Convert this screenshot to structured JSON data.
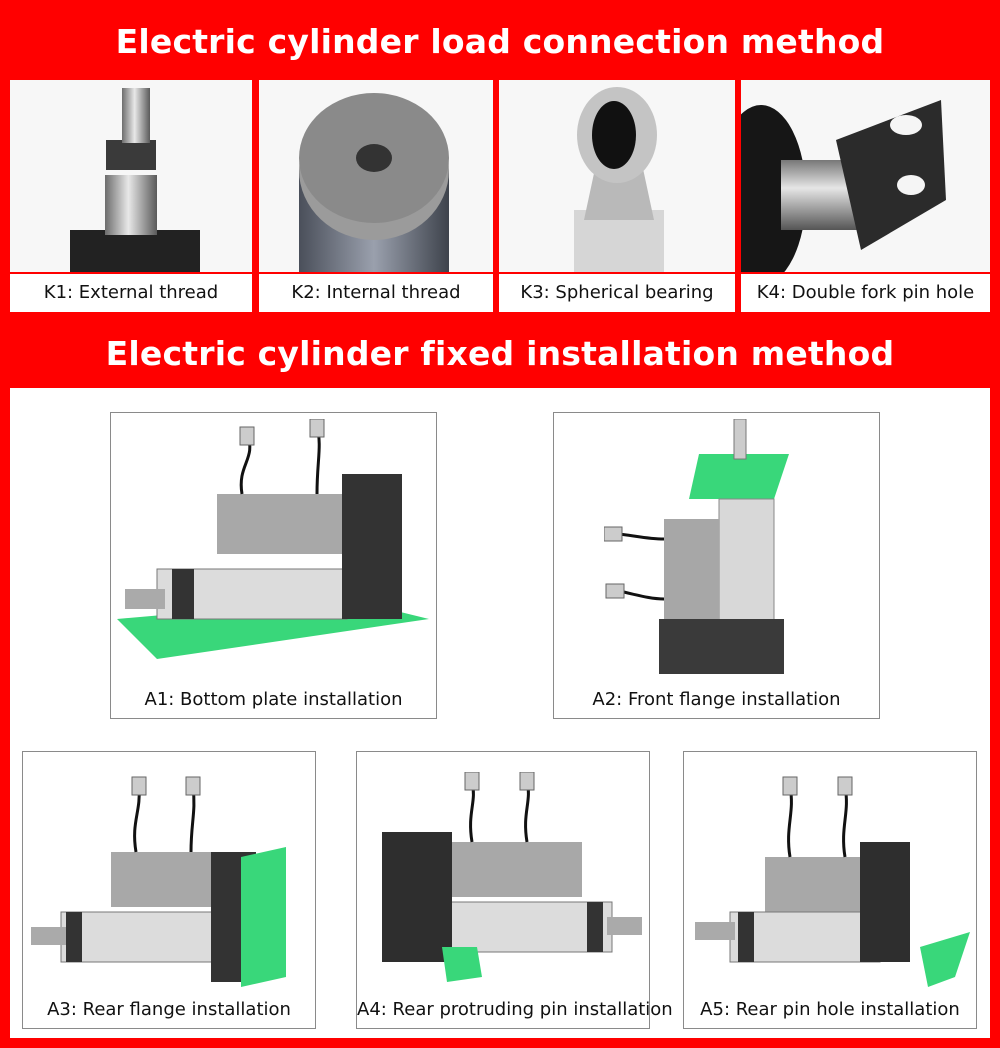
{
  "headings": {
    "load_connection": "Electric cylinder load connection method",
    "fixed_installation": "Electric cylinder fixed installation method"
  },
  "load_connection_methods": [
    {
      "label": "K1: External thread",
      "image": "external-thread-rod-end"
    },
    {
      "label": "K2: Internal thread",
      "image": "internal-thread-rod-end"
    },
    {
      "label": "K3: Spherical bearing",
      "image": "spherical-bearing-rod-end"
    },
    {
      "label": "K4: Double fork pin hole",
      "image": "double-fork-clevis"
    }
  ],
  "installation_methods": [
    {
      "label": "A1: Bottom plate installation",
      "image": "actuator-bottom-plate"
    },
    {
      "label": "A2: Front flange installation",
      "image": "actuator-front-flange"
    },
    {
      "label": "A3: Rear flange installation",
      "image": "actuator-rear-flange"
    },
    {
      "label": "A4: Rear protruding pin installation",
      "image": "actuator-rear-pin"
    },
    {
      "label": "A5: Rear pin hole installation",
      "image": "actuator-rear-pin-hole"
    }
  ],
  "colors": {
    "background": "#ff0000",
    "mount_highlight": "#2fd36b",
    "heading_text": "#ffffff"
  }
}
